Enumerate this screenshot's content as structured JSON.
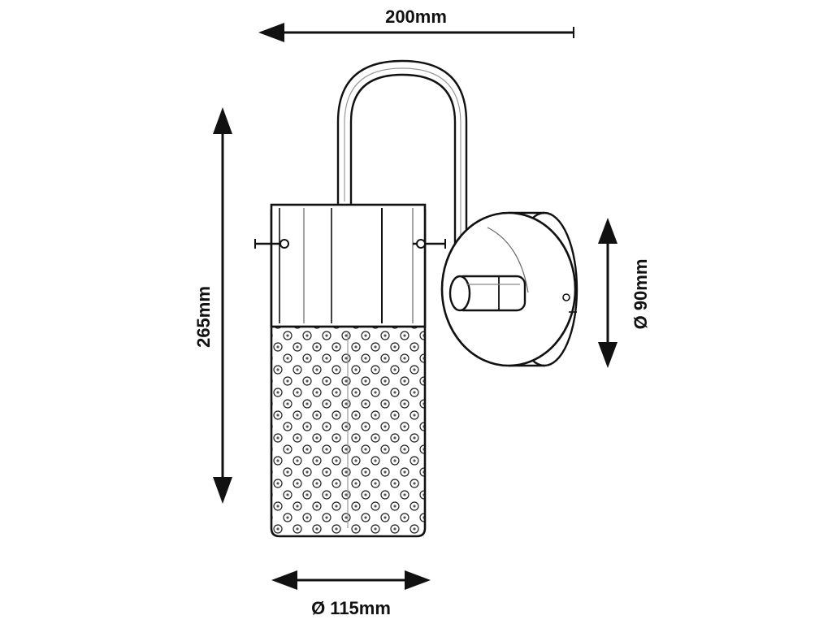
{
  "dimensions": {
    "width": "200mm",
    "height": "265mm",
    "wall_plate_diameter": "Ø 90mm",
    "shade_diameter": "Ø 115mm"
  },
  "colors": {
    "line": "#111111",
    "background": "#ffffff"
  }
}
